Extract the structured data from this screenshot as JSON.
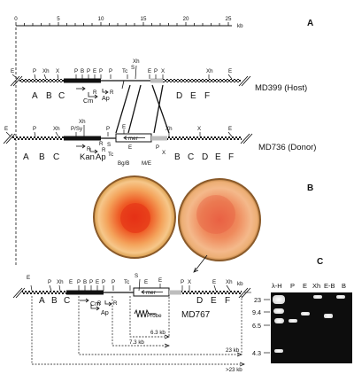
{
  "panel_labels": {
    "a": "A",
    "b": "B",
    "c": "C"
  },
  "scale": {
    "unit": "kb",
    "ticks": [
      "0",
      "5",
      "10",
      "15",
      "20",
      "25"
    ]
  },
  "host": {
    "name": "MD399 (Host)",
    "site_labels": [
      "E",
      "P",
      "Xh",
      "X",
      "P",
      "B",
      "P",
      "E",
      "P",
      "P",
      "Tc",
      "S",
      "Xh",
      "E",
      "P",
      "X",
      "Xh",
      "E"
    ],
    "gene_labels": [
      "A",
      "B",
      "C",
      "D",
      "E",
      "F"
    ],
    "cassette_labels": [
      "Cm",
      "R",
      "Ap",
      "R"
    ]
  },
  "donor": {
    "name": "MD736 (Donor)",
    "site_labels": [
      "E",
      "P",
      "Xh",
      "P/Sy",
      "Xh",
      "P",
      "E",
      "S",
      "R",
      "Tc",
      "E",
      "P",
      "X",
      "Xh",
      "X",
      "E"
    ],
    "gene_labels": [
      "A",
      "B",
      "C",
      "B",
      "C",
      "D",
      "E",
      "F"
    ],
    "cassette_labels": [
      "Kan",
      "R",
      "Ap",
      "R",
      "Bg/B",
      "M/E",
      "mer"
    ]
  },
  "recombinant": {
    "name": "MD767",
    "site_labels": [
      "E",
      "P",
      "Xh",
      "E",
      "P",
      "B",
      "P",
      "E",
      "P",
      "P",
      "Tc",
      "S",
      "E",
      "E",
      "P",
      "X",
      "E",
      "Xh"
    ],
    "gene_labels": [
      "A",
      "B",
      "C",
      "D",
      "E",
      "F"
    ],
    "cassette_labels": [
      "Cm",
      "R",
      "Ap",
      "R",
      "mer"
    ],
    "probe_label": "Probe",
    "kb_label": "kb",
    "fragment_labels": [
      "6.3 kb",
      "7.3 kb",
      "23 kb",
      ">23 kb"
    ]
  },
  "gel": {
    "lanes": [
      "λ-H",
      "P",
      "E",
      "Xh",
      "E-B",
      "B"
    ],
    "markers": [
      "23",
      "9.4",
      "6.5",
      "4.3"
    ]
  }
}
